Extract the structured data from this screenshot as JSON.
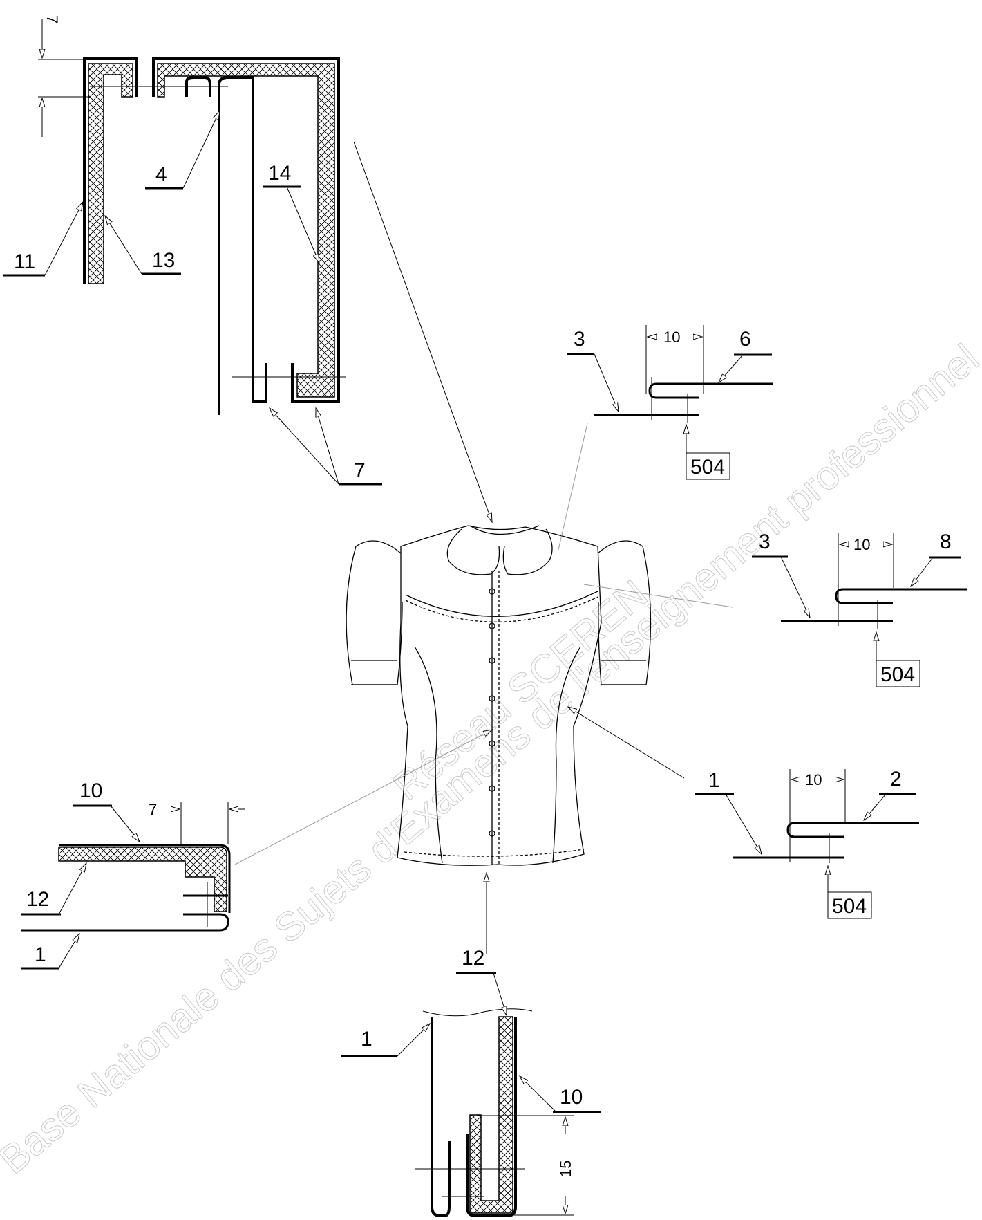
{
  "watermark": {
    "line1": "Base Nationale des Sujets d'Examens de l'enseignement professionnel",
    "line2": "Réseau SCEREN"
  },
  "callouts": {
    "collar": {
      "dim_top": "7",
      "labels": {
        "l11": "11",
        "l13": "13",
        "l4": "4",
        "l14": "14",
        "l7": "7"
      }
    },
    "shoulder": {
      "l3": "3",
      "l6": "6",
      "dim": "10",
      "stitch": "504"
    },
    "yoke": {
      "l3": "3",
      "l8": "8",
      "dim": "10",
      "stitch": "504"
    },
    "side": {
      "l1": "1",
      "l2": "2",
      "dim": "10",
      "stitch": "504"
    },
    "front_edge": {
      "l10": "10",
      "l12": "12",
      "l1": "1",
      "dim": "7"
    },
    "hem": {
      "l12": "12",
      "l1": "1",
      "l10": "10",
      "dim": "15"
    }
  },
  "colors": {
    "ink": "#000000",
    "thin": "#555555",
    "guide": "#999999",
    "watermark": "#c9c9c9"
  }
}
